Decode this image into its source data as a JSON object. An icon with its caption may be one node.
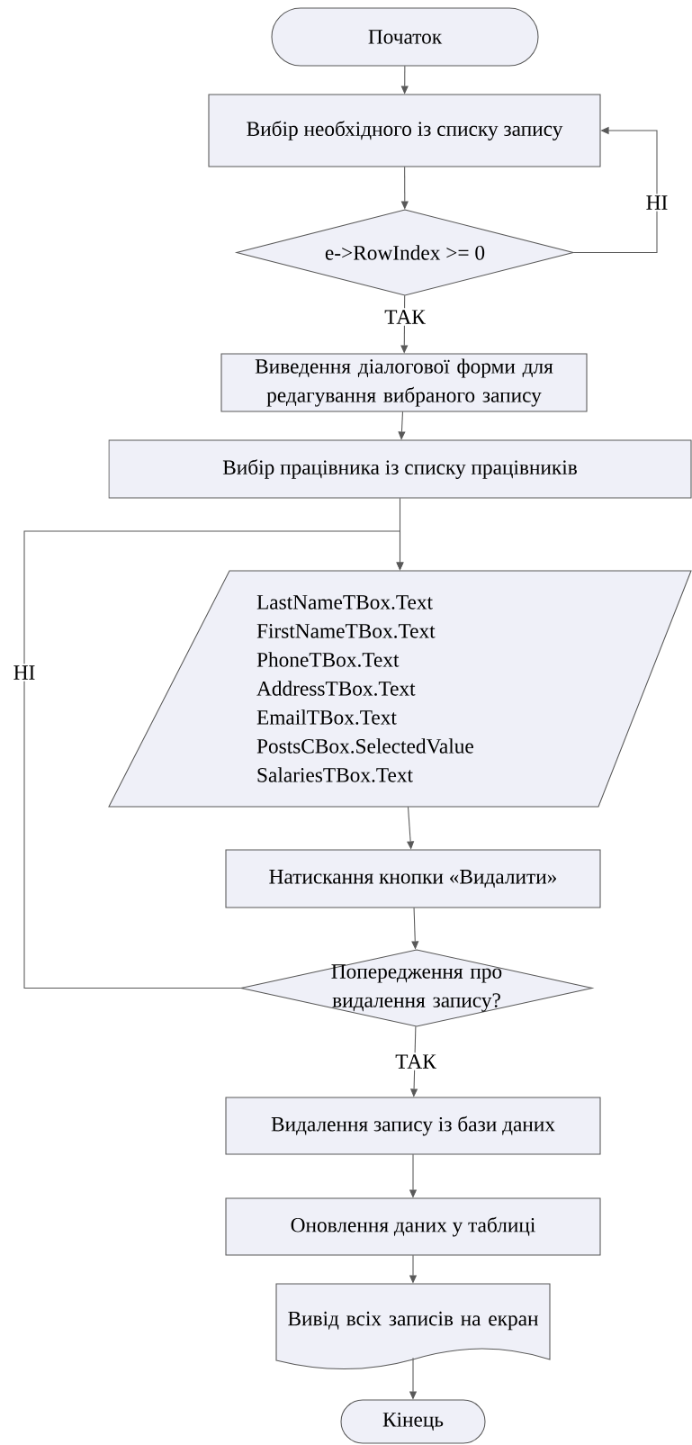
{
  "diagram": {
    "nodes": [
      {
        "text": [
          "Початок"
        ]
      },
      {
        "text": [
          "Вибір необхідного із списку запису"
        ]
      },
      {
        "text": [
          "e->RowIndex >= 0"
        ]
      },
      {
        "text": [
          "Виведення діалогової форми для редагування вибраного запису"
        ]
      },
      {
        "text": [
          "Вибір працівника із списку працівників"
        ]
      },
      {
        "text": [
          "LastNameTBox.Text",
          "FirstNameTBox.Text",
          "PhoneTBox.Text",
          "AddressTBox.Text",
          "EmailTBox.Text",
          "PostsCBox.SelectedValue",
          "SalariesTBox.Text"
        ]
      },
      {
        "text": [
          "Натискання кнопки «Видалити»"
        ]
      },
      {
        "text": [
          "Попередження про видалення запису?"
        ]
      },
      {
        "text": [
          "Видалення запису із бази даних"
        ]
      },
      {
        "text": [
          "Оновлення даних у таблиці"
        ]
      },
      {
        "text": [
          "Вивід всіх записів на екран"
        ]
      },
      {
        "text": [
          "Кінець"
        ]
      }
    ],
    "edges": [
      {
        "from": 0,
        "to": 1,
        "arrow": "to"
      },
      {
        "from": 1,
        "to": 2,
        "arrow": "to"
      },
      {
        "from": 2,
        "to": 1,
        "arrow": "to",
        "label": "НІ"
      },
      {
        "from": 2,
        "to": 3,
        "arrow": "to",
        "label": "ТАК"
      },
      {
        "from": 3,
        "to": 4,
        "arrow": "to"
      },
      {
        "from": 4,
        "to": 5,
        "arrow": "to"
      },
      {
        "from": 7,
        "to": 5,
        "arrow": "to",
        "label": "НІ"
      },
      {
        "from": 5,
        "to": 6,
        "arrow": "to"
      },
      {
        "from": 6,
        "to": 7,
        "arrow": "to"
      },
      {
        "from": 7,
        "to": 8,
        "arrow": "to",
        "label": "ТАК"
      },
      {
        "from": 8,
        "to": 9,
        "arrow": "to"
      },
      {
        "from": 9,
        "to": 10,
        "arrow": "to"
      },
      {
        "from": 10,
        "to": 11,
        "arrow": "to"
      }
    ]
  }
}
